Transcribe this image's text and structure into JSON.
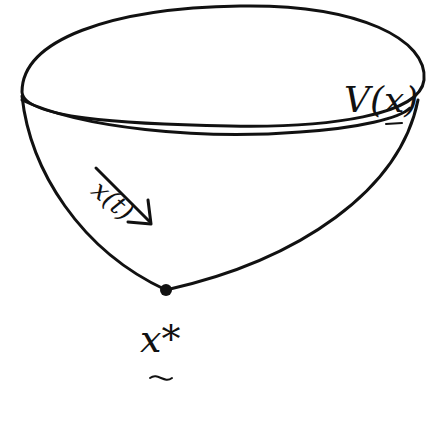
{
  "diagram": {
    "labels": [
      "V(x)",
      "x(t)",
      "x*"
    ]
  }
}
